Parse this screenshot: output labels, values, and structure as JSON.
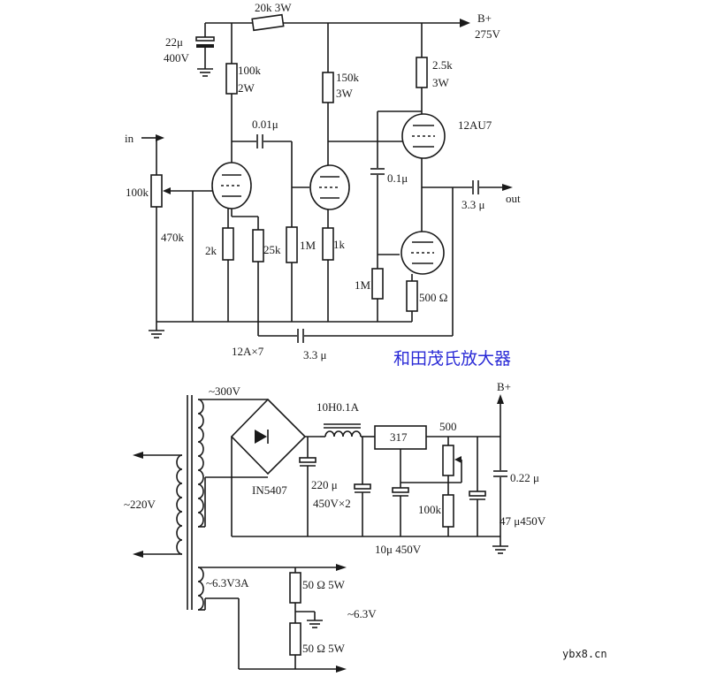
{
  "title": "和田茂氏放大器",
  "watermark": "ybx8.cn",
  "colors": {
    "title": "#2a2ad6",
    "ink": "#1a1a1a",
    "background": "#ffffff"
  },
  "amp": {
    "r_b_plus": "20k  3W",
    "b_plus": "B+",
    "b_plus_voltage": "275V",
    "c_filter_value": "22μ",
    "c_filter_voltage": "400V",
    "r_plate1_value": "100k",
    "r_plate1_power": "2W",
    "r_plate2_value": "150k",
    "r_plate2_power": "3W",
    "r_plate3_value": "2.5k",
    "r_plate3_power": "3W",
    "c_coupling1": "0.01μ",
    "tube_type": "12AU7",
    "input": "in",
    "volume_pot": "100k",
    "c_coupling2": "0.1μ",
    "c_output": "3.3 μ",
    "output": "out",
    "r_grid1": "470k",
    "r_cathode1": "2k",
    "r_fb": "25k",
    "r_grid2": "1M",
    "r_cathode2": "1k",
    "r_grid3": "1M",
    "r_cathode3": "500 Ω",
    "tubes_note": "12A×7",
    "c_feedback": "3.3 μ"
  },
  "psu": {
    "hv_secondary": "~300V",
    "mains": "~220V",
    "rectifier": "IN5407",
    "choke": "10H0.1A",
    "reg_ic": "317",
    "pot": "500",
    "b_plus": "B+",
    "c_first_value": "220 μ",
    "c_first_voltage": "450V×2",
    "r_adjust": "100k",
    "c_mid": "10μ  450V",
    "c_out1": "0.22 μ",
    "c_out2": "47 μ450V",
    "heater_secondary": "~6.3V3A",
    "r_hum1": "50 Ω  5W",
    "r_hum2": "50 Ω  5W",
    "heater_voltage": "~6.3V"
  }
}
